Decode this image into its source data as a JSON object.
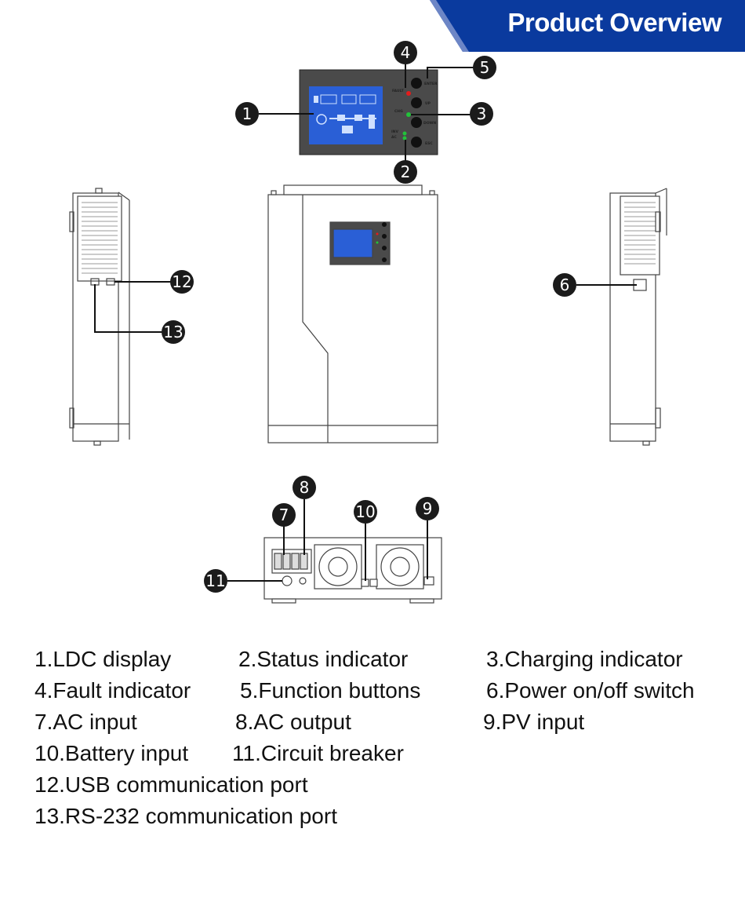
{
  "header": {
    "title": "Product Overview"
  },
  "colors": {
    "banner_blue": "#0a3a9e",
    "banner_edge": "#2c4fa8",
    "callout_fill": "#1b1b1b",
    "lcd_blue": "#2a5fd6",
    "led_red": "#e31c1c",
    "led_green": "#22c23a"
  },
  "front_panel_labels": {
    "fault": "FAULT",
    "enter": "ENTER",
    "chg": "CHG",
    "inv": "INV",
    "ac": "AC",
    "up": "UP",
    "down": "DOWN",
    "esc": "ESC"
  },
  "callouts": [
    "1",
    "2",
    "3",
    "4",
    "5",
    "6",
    "7",
    "8",
    "9",
    "10",
    "11",
    "12",
    "13"
  ],
  "legend": [
    "1.LDC display",
    "2.Status indicator",
    "3.Charging indicator",
    "4.Fault indicator",
    "5.Function buttons",
    "6.Power on/off switch",
    "7.AC input",
    "8.AC output",
    "9.PV input",
    "10.Battery input",
    "11.Circuit breaker",
    "12.USB communication port",
    "13.RS-232 communication port"
  ]
}
